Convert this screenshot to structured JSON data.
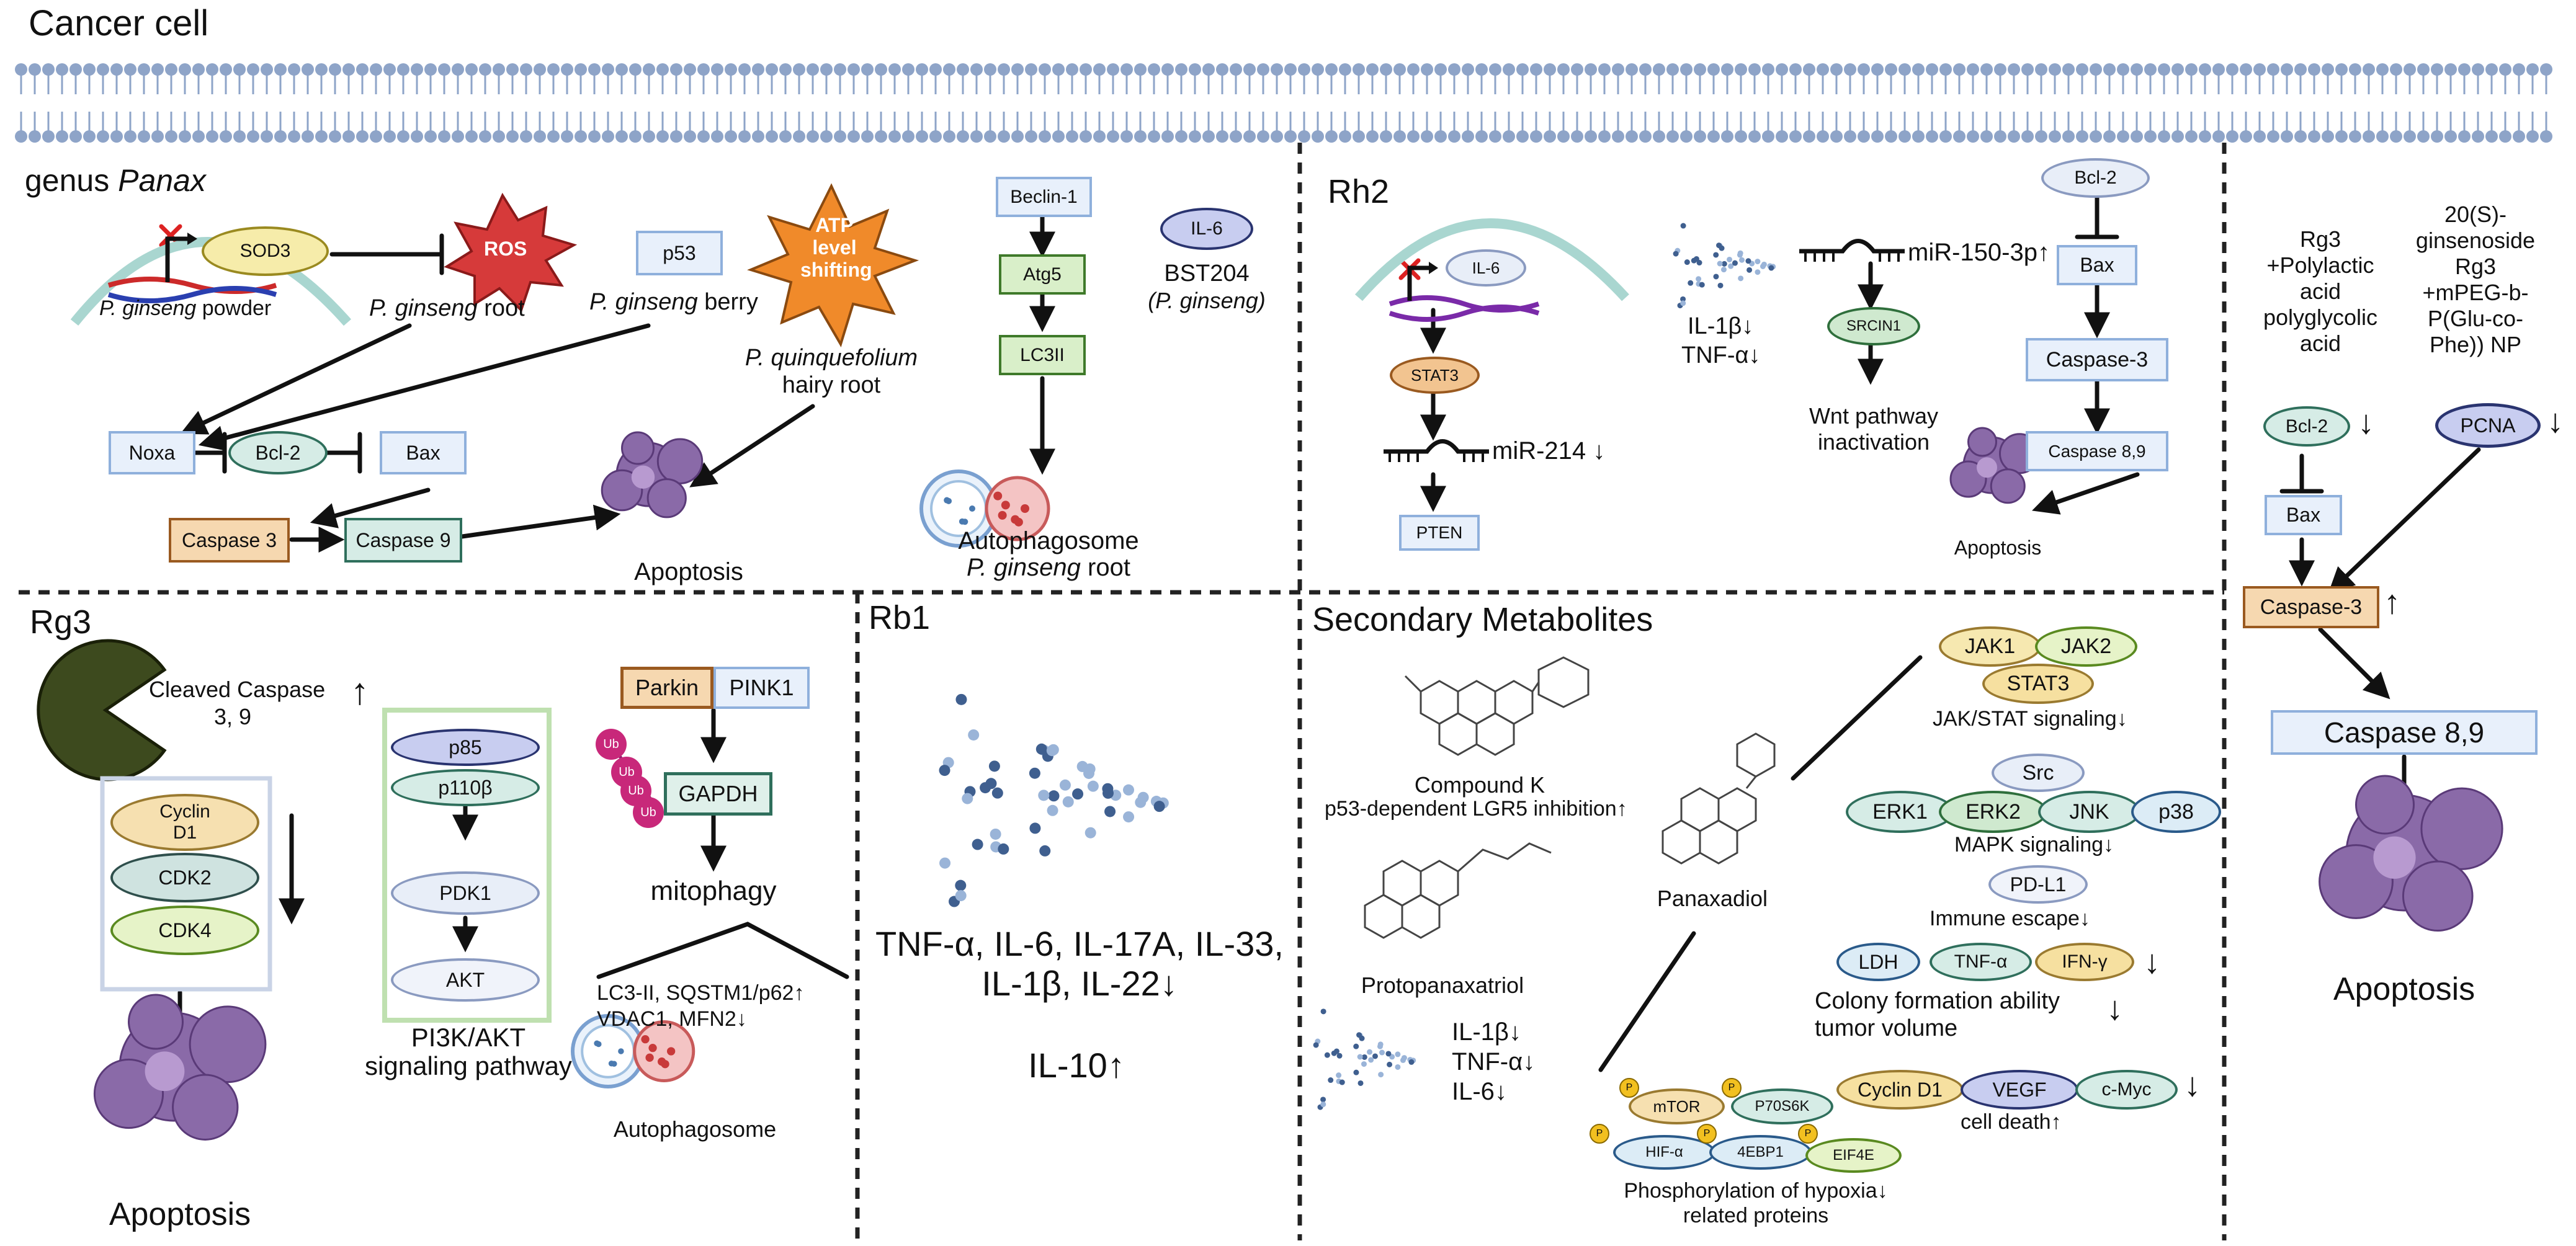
{
  "title": "Cancer cell",
  "colors": {
    "membrane": "#8ea4c8",
    "arrow": "#111111",
    "divider": "#222222",
    "cell": "#8a6aa8",
    "dots": "#3f5f8f"
  },
  "panax": {
    "title_prefix": "genus ",
    "title_italic": "Panax",
    "sod3": "SOD3",
    "ros": "ROS",
    "pg_powder_italic": "P. ginseng",
    "pg_powder_rest": " powder",
    "pg_root_italic": "P. ginseng",
    "pg_root_rest": " root",
    "p53": "p53",
    "pg_berry_italic": "P. ginseng",
    "pg_berry_rest": " berry",
    "atp_l1": "ATP",
    "atp_l2": "level",
    "atp_l3": "shifting",
    "pq_italic": "P. quinquefolium",
    "pq_l2": "hairy root",
    "noxa": "Noxa",
    "bcl2": "Bcl-2",
    "bax": "Bax",
    "casp3": "Caspase 3",
    "casp9": "Caspase 9",
    "apoptosis": "Apoptosis",
    "beclin": "Beclin-1",
    "atg5": "Atg5",
    "lc3ii": "LC3II",
    "il6": "IL-6",
    "bst": "BST204",
    "bst_sub": "(P. ginseng)",
    "autophagosome": "Autophagosome",
    "auto_root_italic": "P. ginseng",
    "auto_root_rest": " root"
  },
  "rh2": {
    "title": "Rh2",
    "il6": "IL-6",
    "stat3": "STAT3",
    "mir214": "miR-214",
    "pten": "PTEN",
    "il1b": "IL-1β",
    "tnfa": "TNF-α",
    "mir150": "miR-150-3p",
    "srcin1": "SRCIN1",
    "wnt_l1": "Wnt pathway",
    "wnt_l2": "inactivation",
    "bcl2": "Bcl-2",
    "bax": "Bax",
    "casp3": "Caspase-3",
    "casp89": "Caspase 8,9",
    "apoptosis": "Apoptosis"
  },
  "right": {
    "rg3_lines": [
      "Rg3",
      "+Polylactic",
      "acid",
      "polyglycolic",
      "acid"
    ],
    "np_lines": [
      "20(S)-",
      "ginsenoside",
      "Rg3",
      "+mPEG-b-",
      "P(Glu-co-",
      "Phe)) NP"
    ],
    "bcl2": "Bcl-2",
    "pcna": "PCNA",
    "bax": "Bax",
    "casp3": "Caspase-3",
    "casp89": "Caspase 8,9",
    "apoptosis": "Apoptosis"
  },
  "rg3": {
    "title": "Rg3",
    "cleaved_l1": "Cleaved Caspase",
    "cleaved_l2": "3, 9",
    "cyclin_l1": "Cyclin",
    "cyclin_l2": "D1",
    "cdk2": "CDK2",
    "cdk4": "CDK4",
    "apoptosis": "Apoptosis",
    "p85": "p85",
    "p110": "p110β",
    "pdk1": "PDK1",
    "akt": "AKT",
    "pi3k_l1": "PI3K/AKT",
    "pi3k_l2": "signaling pathway",
    "parkin": "Parkin",
    "pink1": "PINK1",
    "ub": "Ub",
    "gapdh": "GAPDH",
    "mitophagy": "mitophagy",
    "lc3_l1": "LC3-II, SQSTM1/p62",
    "lc3_l2": "VDAC1, MFN2",
    "autophagosome": "Autophagosome"
  },
  "rb1": {
    "title": "Rb1",
    "cyt_l1": "TNF-α, IL-6, IL-17A, IL-33,",
    "cyt_l2": "IL-1β, IL-22",
    "il10": "IL-10"
  },
  "sec": {
    "title": "Secondary Metabolites",
    "compoundk": "Compound K",
    "lgr5": "p53-dependent LGR5 inhibition",
    "protopanaxatriol": "Protopanaxatriol",
    "il1b": "IL-1β",
    "tnfa": "TNF-α",
    "il6": "IL-6",
    "panaxadiol": "Panaxadiol",
    "jak1": "JAK1",
    "jak2": "JAK2",
    "stat3": "STAT3",
    "jakstat": "JAK/STAT signaling",
    "src": "Src",
    "erk1": "ERK1",
    "erk2": "ERK2",
    "jnk": "JNK",
    "p38": "p38",
    "mapk": "MAPK signaling",
    "pdl1": "PD-L1",
    "immune": "Immune escape",
    "ldh": "LDH",
    "tnf": "TNF-α",
    "ifn": "IFN-γ",
    "colony_l1": "Colony formation ability",
    "colony_l2": "tumor volume",
    "p": "P",
    "mtor": "mTOR",
    "p70": "P70S6K",
    "cyclind1": "Cyclin D1",
    "vegf": "VEGF",
    "cmyc": "c-Myc",
    "celldeath": "cell death",
    "hif": "HIF-α",
    "ebp": "4EBP1",
    "eif": "EIF4E",
    "phos_l1": "Phosphorylation of hypoxia",
    "phos_l2": "related proteins"
  }
}
